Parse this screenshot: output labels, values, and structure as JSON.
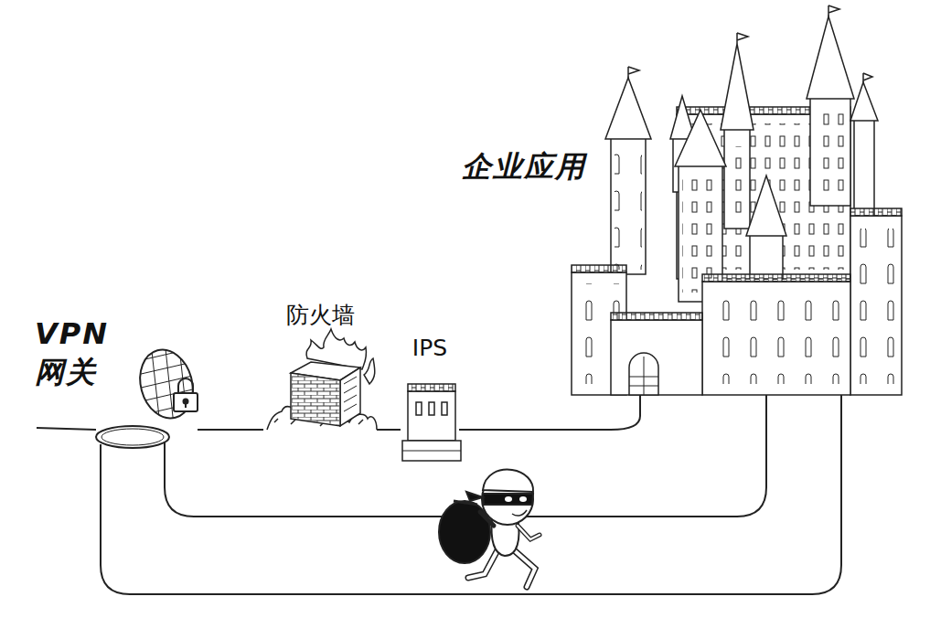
{
  "diagram": {
    "nodes": [
      {
        "text": [
          "VPN 网关"
        ]
      },
      {
        "text": [
          "防火墙"
        ]
      },
      {
        "text": [
          "IPS"
        ]
      },
      {
        "text": [
          "企业应用"
        ]
      }
    ],
    "edges": [
      {
        "from": 0,
        "to": 1,
        "arrow": "none"
      },
      {
        "from": 1,
        "to": 2,
        "arrow": "none"
      },
      {
        "from": 2,
        "to": 3,
        "arrow": "none"
      },
      {
        "from": 0,
        "to": 3,
        "arrow": "none"
      },
      {
        "from": 0,
        "to": 3,
        "arrow": "none"
      }
    ]
  }
}
